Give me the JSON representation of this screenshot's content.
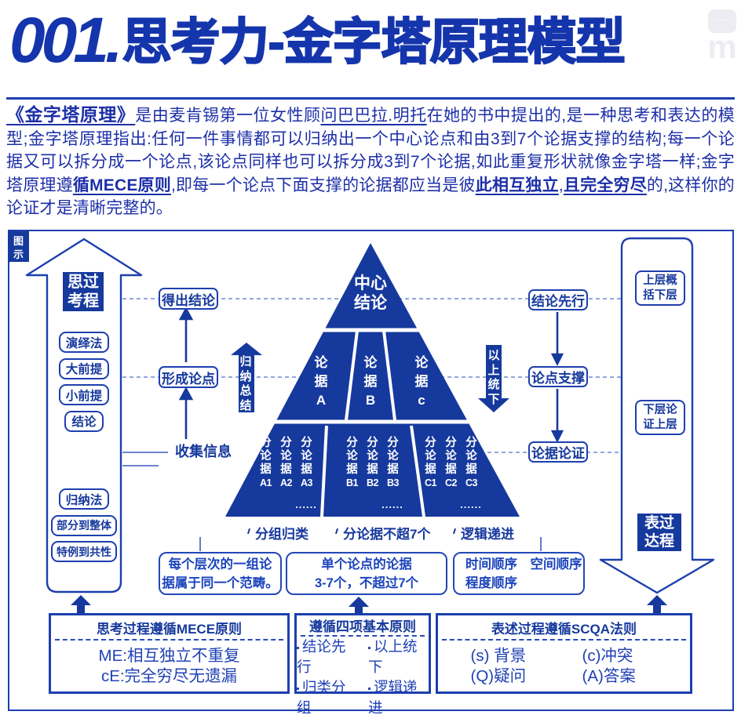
{
  "colors": {
    "primary": "#16399d",
    "border": "#1d3fae",
    "dash": "#6e89d4",
    "intro_text": "#1d2fa8",
    "title": "#1535ac"
  },
  "title": {
    "number": "001.",
    "text": "思考力-金字塔原理模型"
  },
  "watermark": {
    "bubble_dots": "···",
    "letter": "m"
  },
  "intro_segments": [
    {
      "t": "《金字塔原理》",
      "cls": "seg-title"
    },
    {
      "t": "是由麦肯锡第一位女性顾",
      "cls": ""
    },
    {
      "t": "问巴巴拉.明托",
      "cls": "u"
    },
    {
      "t": "在她的书中提出的,是一种思考和表达的模型;金字塔原理指出:任何一件事情都可以归纳出一个中心论点和由3到7个论据支撑的结构;每一个论据又可以拆分成一个论点,该论点同样也可以拆分成3到7个论据,如此重复形状就像金字塔一样;金字塔原理遵",
      "cls": ""
    },
    {
      "t": "循MECE原则",
      "cls": "bu"
    },
    {
      "t": ",即每一个论点下面支撑的论据都应当是彼",
      "cls": ""
    },
    {
      "t": "此相互独立",
      "cls": "bu"
    },
    {
      "t": ",",
      "cls": ""
    },
    {
      "t": "且完全穷尽",
      "cls": "bu"
    },
    {
      "t": "的,这样你的论证才是清晰完整的。",
      "cls": ""
    }
  ],
  "diagram": {
    "badge_lines": [
      "图",
      "示"
    ],
    "thinking_arrow": {
      "label_lines": [
        "思过",
        "考程"
      ],
      "top_items": [
        "演绎法",
        "大前提",
        "小前提",
        "结论"
      ],
      "bottom_items": [
        "归纳法",
        "部分到整体",
        "特例到共性"
      ]
    },
    "left_steps": [
      "得出结论",
      "形成论点",
      "收集信息"
    ],
    "induction_arrow": "归纳总结",
    "deduction_arrow": "以上统下",
    "pyramid": {
      "apex_lines": [
        "中心",
        "结论"
      ],
      "tier2": [
        [
          "论",
          "据",
          "A"
        ],
        [
          "论",
          "据",
          "B"
        ],
        [
          "论",
          "据",
          "c"
        ]
      ],
      "tier3": [
        [
          [
            "分",
            "论",
            "据",
            "A1"
          ],
          [
            "分",
            "论",
            "据",
            "A2"
          ],
          [
            "分",
            "论",
            "据",
            "A3"
          ]
        ],
        [
          [
            "分",
            "论",
            "据",
            "B1"
          ],
          [
            "分",
            "论",
            "据",
            "B2"
          ],
          [
            "分",
            "论",
            "据",
            "B3"
          ]
        ],
        [
          [
            "分",
            "论",
            "据",
            "C1"
          ],
          [
            "分",
            "论",
            "据",
            "C2"
          ],
          [
            "分",
            "论",
            "据",
            "C3"
          ]
        ]
      ],
      "ellipsis": "......"
    },
    "right_steps": [
      "结论先行",
      "论点支撑",
      "论据论证"
    ],
    "expression_arrow": {
      "top_box_lines": [
        "上层概",
        "括下层"
      ],
      "mid_box_lines": [
        "下层论",
        "证上层"
      ],
      "label_lines": [
        "表过",
        "达程"
      ]
    },
    "captions": [
      "分组归类",
      "分论据不超7个",
      "逻辑递进"
    ],
    "notes": [
      [
        "每个层次的一组论",
        "据属于同一个范畴。"
      ],
      [
        "单个论点的论据",
        "3-7个，不超过7个"
      ],
      [
        "时间顺序　空间顺序",
        "程度顺序"
      ]
    ],
    "rules": [
      {
        "title": "思考过程遵循MECE原则",
        "rows": [
          [
            "ME:相互独立不重复"
          ],
          [
            "cE:完全穷尽无遗漏"
          ]
        ],
        "dots": false,
        "cols": false
      },
      {
        "title": "遵循四项基本原则",
        "rows": [
          [
            "结论先行",
            "以上统下"
          ],
          [
            "归类分组",
            "逻辑递进"
          ]
        ],
        "dots": true,
        "cols": false
      },
      {
        "title": "表述过程遵循SCQA法则",
        "rows": [
          [
            "(s) 背景",
            "(c)冲突"
          ],
          [
            "(Q)疑问",
            "(A)答案"
          ]
        ],
        "dots": false,
        "cols": true
      }
    ]
  }
}
